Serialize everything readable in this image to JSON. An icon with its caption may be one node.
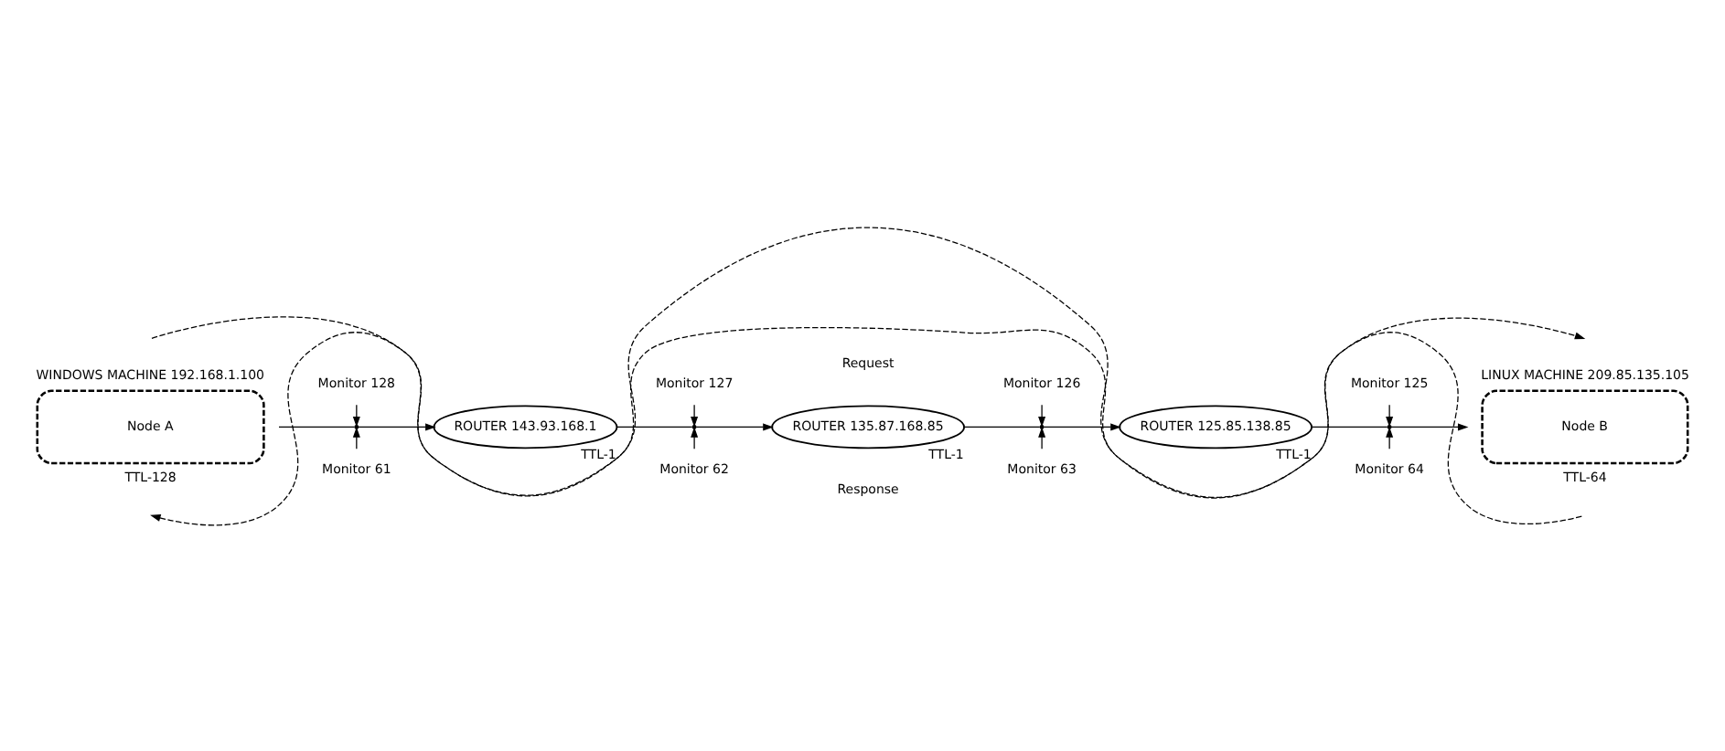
{
  "diagram": {
    "nodes": [
      {
        "text": [
          "WINDOWS MACHINE 192.168.1.100",
          "Node A"
        ],
        "beside": [
          "TTL-128"
        ]
      },
      {
        "text": [
          "Monitor 128"
        ]
      },
      {
        "text": [
          "Monitor 61"
        ]
      },
      {
        "text": [],
        "shape": "point"
      },
      {
        "text": [
          "ROUTER 143.93.168.1"
        ],
        "beside": [
          "TTL-1"
        ]
      },
      {
        "text": [
          "Monitor 127"
        ]
      },
      {
        "text": [
          "Monitor 62"
        ]
      },
      {
        "text": [],
        "shape": "point"
      },
      {
        "text": [
          "ROUTER 135.87.168.85"
        ],
        "beside": [
          "TTL-1"
        ]
      },
      {
        "text": [
          "Monitor 126"
        ]
      },
      {
        "text": [
          "Monitor 63"
        ]
      },
      {
        "text": [],
        "shape": "point"
      },
      {
        "text": [
          "ROUTER 125.85.138.85"
        ],
        "beside": [
          "TTL-1"
        ]
      },
      {
        "text": [
          "Monitor 125"
        ]
      },
      {
        "text": [
          "Monitor 64"
        ]
      },
      {
        "text": [],
        "shape": "point"
      },
      {
        "text": [
          "LINUX MACHINE 209.85.135.105",
          "Node B"
        ],
        "beside": [
          "TTL-64"
        ]
      }
    ],
    "edges": [
      {
        "from": 0,
        "to": 3,
        "arrow": "none"
      },
      {
        "from": 3,
        "to": 4,
        "arrow": "to"
      },
      {
        "from": 1,
        "to": 3,
        "arrow": "to"
      },
      {
        "from": 2,
        "to": 3,
        "arrow": "to"
      },
      {
        "from": 4,
        "to": 7,
        "arrow": "none"
      },
      {
        "from": 7,
        "to": 8,
        "arrow": "to"
      },
      {
        "from": 5,
        "to": 7,
        "arrow": "to"
      },
      {
        "from": 6,
        "to": 7,
        "arrow": "to"
      },
      {
        "from": 8,
        "to": 11,
        "arrow": "none"
      },
      {
        "from": 11,
        "to": 12,
        "arrow": "to"
      },
      {
        "from": 9,
        "to": 11,
        "arrow": "to"
      },
      {
        "from": 10,
        "to": 11,
        "arrow": "to"
      },
      {
        "from": 12,
        "to": 15,
        "arrow": "none"
      },
      {
        "from": 15,
        "to": 16,
        "arrow": "to"
      },
      {
        "from": 13,
        "to": 15,
        "arrow": "to"
      },
      {
        "from": 14,
        "to": 15,
        "arrow": "to"
      }
    ],
    "labels": [
      "Request",
      "Response"
    ]
  }
}
